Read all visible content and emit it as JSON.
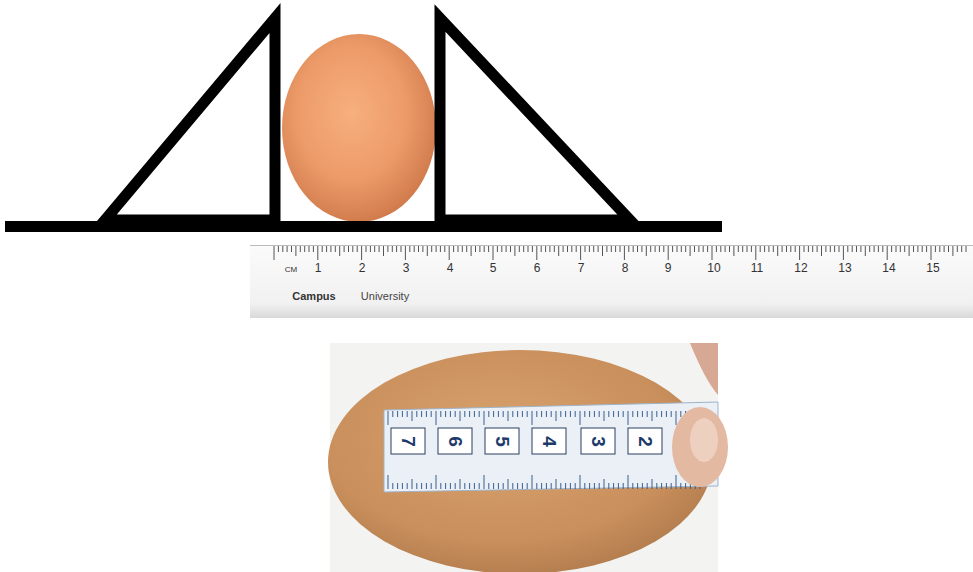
{
  "diagram": {
    "labels": [
      "CM",
      "1",
      "2",
      "3",
      "4",
      "5",
      "6",
      "7",
      "8",
      "9",
      "10",
      "11",
      "12",
      "13",
      "14",
      "15",
      "Campus",
      "University",
      "7",
      "6",
      "5",
      "4",
      "3",
      "2"
    ]
  }
}
